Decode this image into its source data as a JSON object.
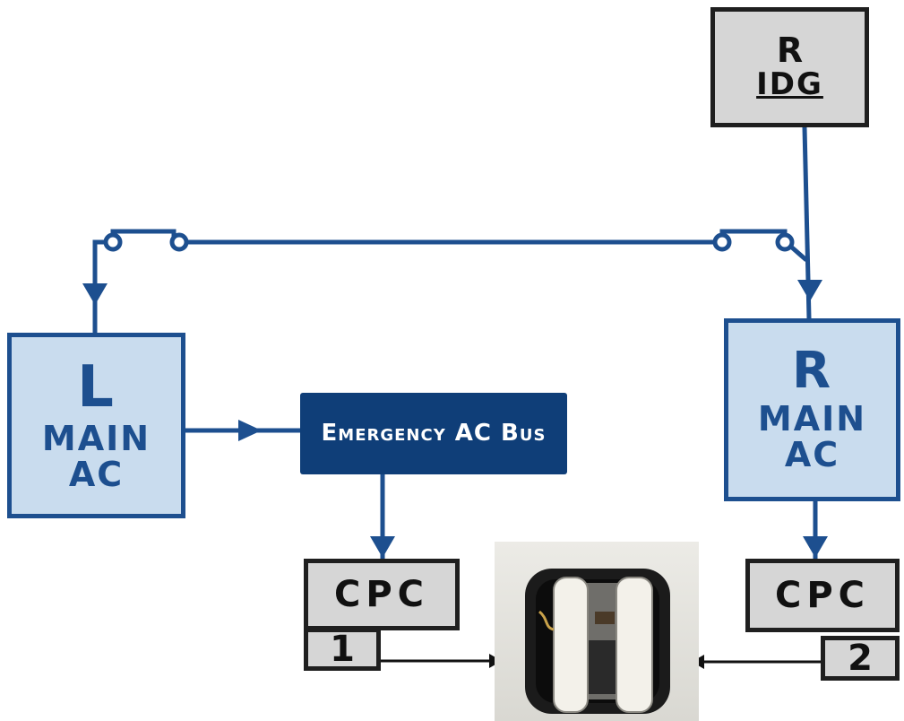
{
  "diagram": {
    "r_idg": {
      "line1": "R",
      "line2": "IDG"
    },
    "l_main_ac": {
      "line1": "L",
      "line2": "MAIN",
      "line3": "AC"
    },
    "r_main_ac": {
      "line1": "R",
      "line2": "MAIN",
      "line3": "AC"
    },
    "emergency_ac_bus": {
      "label": "Emergency AC Bus"
    },
    "cpc_1": {
      "label": "CPC",
      "number": "1"
    },
    "cpc_2": {
      "label": "CPC",
      "number": "2"
    }
  },
  "colors": {
    "wire_blue": "#1d4f8f",
    "box_blue_fill": "#c9dcee",
    "bus_fill": "#0f3e78",
    "gray_fill": "#d6d6d6",
    "outline_dark": "#1f1f1f"
  }
}
